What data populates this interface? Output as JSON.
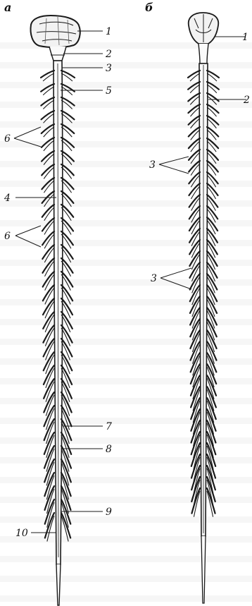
{
  "panels": [
    {
      "id": "a",
      "title": "а",
      "labels": [
        "1",
        "2",
        "3",
        "5",
        "6",
        "4",
        "6",
        "7",
        "8",
        "9",
        "10"
      ]
    },
    {
      "id": "b",
      "title": "б",
      "labels": [
        "1",
        "2",
        "3",
        "3"
      ]
    }
  ],
  "colors": {
    "ink": "#1a1a1a",
    "background_ghost_text": "#e6e6e6",
    "paper": "#ffffff"
  }
}
